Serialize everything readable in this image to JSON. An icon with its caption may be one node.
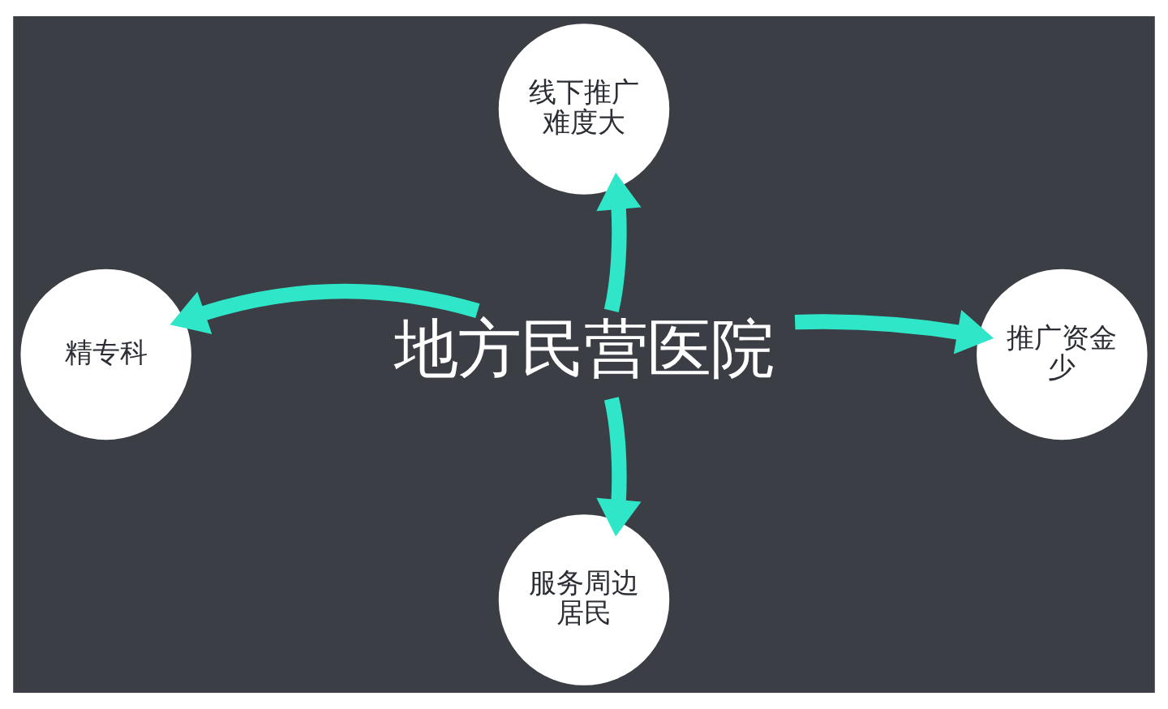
{
  "diagram": {
    "nodes": [
      {
        "text": [
          "地方民营医院"
        ]
      },
      {
        "text": [
          "线下推广难度大"
        ]
      },
      {
        "text": [
          "精专科"
        ]
      },
      {
        "text": [
          "推广资金少"
        ]
      },
      {
        "text": [
          "服务周边居民"
        ]
      }
    ],
    "edges": [
      {
        "from": 0,
        "to": 1,
        "arrow": "to"
      },
      {
        "from": 0,
        "to": 2,
        "arrow": "to"
      },
      {
        "from": 0,
        "to": 3,
        "arrow": "to"
      },
      {
        "from": 0,
        "to": 4,
        "arrow": "to"
      }
    ]
  }
}
